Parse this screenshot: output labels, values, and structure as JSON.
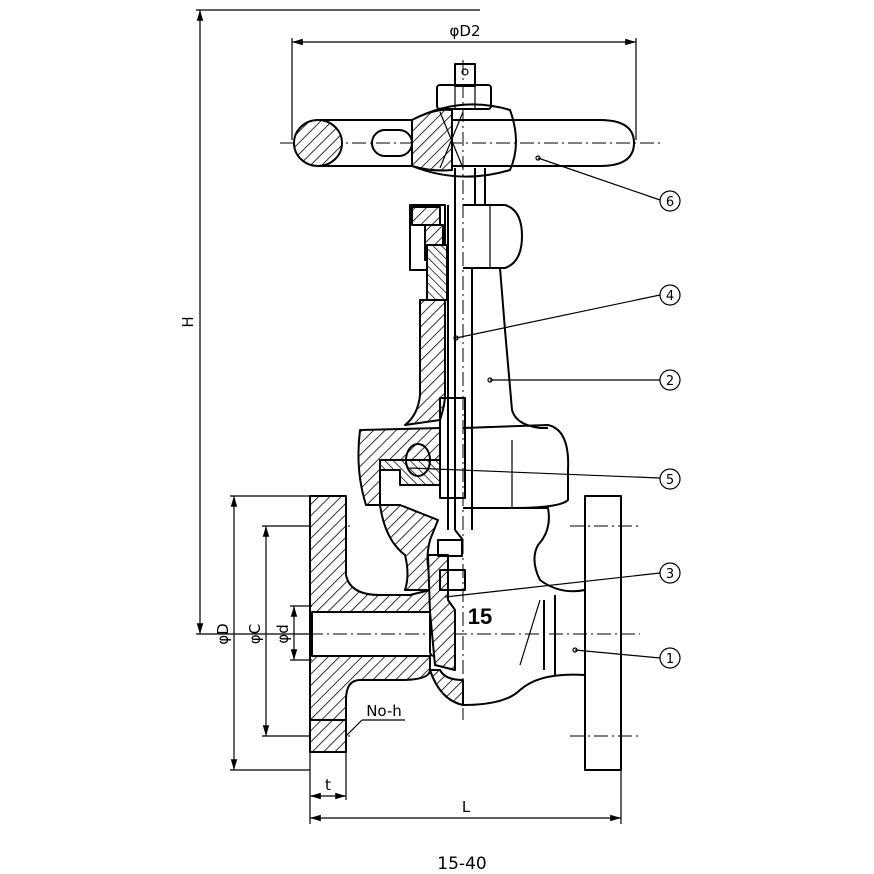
{
  "dimensions": {
    "D2": "φD2",
    "H": "H",
    "D": "φD",
    "C": "φC",
    "d": "φd",
    "t": "t",
    "L": "L",
    "bolts": "No-h"
  },
  "size_label": "15",
  "caption": "15-40",
  "callouts": [
    {
      "num": "6",
      "part": "handwheel"
    },
    {
      "num": "4",
      "part": "stem"
    },
    {
      "num": "2",
      "part": "bonnet"
    },
    {
      "num": "5",
      "part": "gasket"
    },
    {
      "num": "3",
      "part": "disc"
    },
    {
      "num": "1",
      "part": "body"
    }
  ]
}
